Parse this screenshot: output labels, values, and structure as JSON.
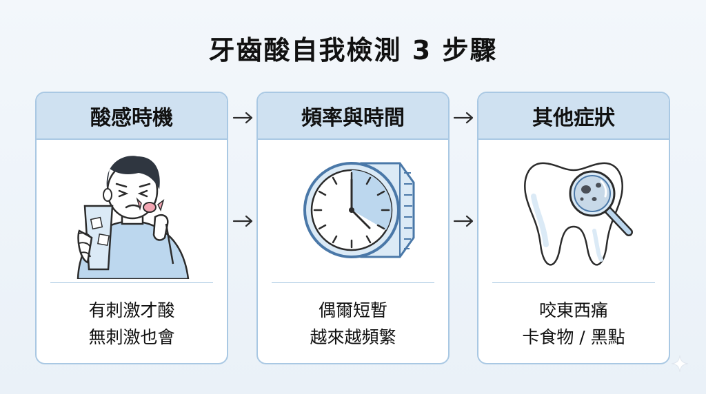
{
  "title": "牙齒酸自我檢測 3 步驟",
  "cards": [
    {
      "header": "酸感時機",
      "lines": [
        "有刺激才酸",
        "無刺激也會"
      ],
      "illustration": "person-drinking-icon"
    },
    {
      "header": "頻率與時間",
      "lines": [
        "偶爾短暫",
        "越來越頻繁"
      ],
      "illustration": "clock-icon"
    },
    {
      "header": "其他症狀",
      "lines": [
        "咬東西痛",
        "卡食物 / 黑點"
      ],
      "illustration": "tooth-magnifier-icon"
    }
  ],
  "colors": {
    "header_bg": "#cfe1f1",
    "border": "#a9c8e3",
    "accent": "#4a78a8",
    "fill": "#bcd7ee"
  }
}
